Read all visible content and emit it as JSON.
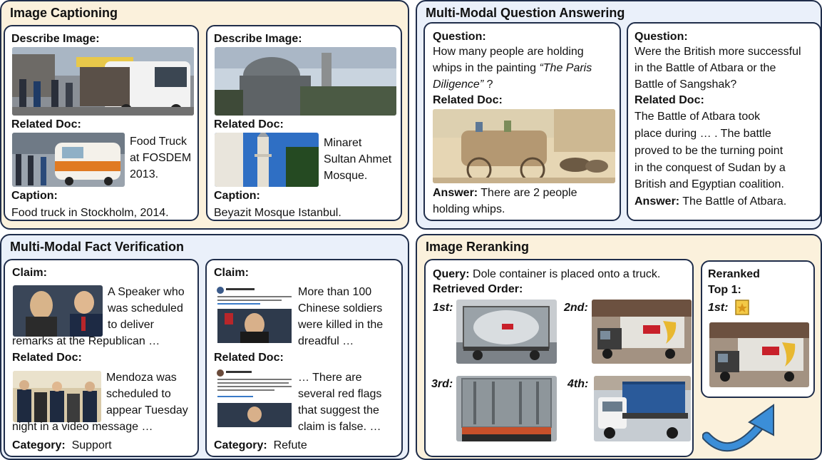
{
  "captioning": {
    "title": "Image Captioning",
    "card1": {
      "describe": "Describe Image:",
      "related": "Related Doc:",
      "doc_lines": [
        "Food Truck",
        "at FOSDEM",
        "2013."
      ],
      "caption_label": "Caption:",
      "caption": "Food truck in Stockholm, 2014."
    },
    "card2": {
      "describe": "Describe Image:",
      "related": "Related Doc:",
      "doc_lines": [
        "Minaret",
        "Sultan Ahmet",
        "Mosque."
      ],
      "caption_label": "Caption:",
      "caption": "Beyazit Mosque Istanbul."
    }
  },
  "mmqa": {
    "title": "Multi-Modal Question Answering",
    "card1": {
      "question_label": "Question:",
      "q_line1": "How many people are holding",
      "q_line2": "whips in the painting",
      "q_italic1": "“The Paris",
      "q_italic2": "Diligence”",
      "q_end": " ?",
      "related": "Related Doc:",
      "answer_label": "Answer:",
      "answer_line1": " There are 2 people",
      "answer_line2": "holding whips."
    },
    "card2": {
      "question_label": "Question:",
      "q_lines": [
        "Were the British more successful",
        "in the Battle of Atbara or the",
        "Battle of Sangshak?"
      ],
      "related": "Related Doc:",
      "doc_lines": [
        "The Battle of Atbara took",
        "place during … . The battle",
        "proved to be the turning point",
        "in the conquest of Sudan by a",
        "British and Egyptian coalition."
      ],
      "answer_label": "Answer:",
      "answer": " The Battle of Atbara."
    }
  },
  "fact": {
    "title": "Multi-Modal Fact Verification",
    "card1": {
      "claim_label": "Claim:",
      "claim_lines": [
        "A  Speaker who",
        "was scheduled",
        "to deliver",
        "remarks at the Republican …"
      ],
      "related": "Related Doc:",
      "doc_lines": [
        "Mendoza was",
        "scheduled to",
        "appear Tuesday",
        "night in a video message …"
      ],
      "category_label": "Category:",
      "category": "Support"
    },
    "card2": {
      "claim_label": "Claim:",
      "claim_lines": [
        "More than 100",
        "Chinese soldiers",
        "were killed in the",
        "dreadful …"
      ],
      "related": "Related Doc:",
      "doc_lines": [
        "… There are",
        "several red flags",
        "that suggest the",
        "claim is false. …"
      ],
      "category_label": "Category:",
      "category": "Refute"
    }
  },
  "rerank": {
    "title": "Image Reranking",
    "query_label": "Query:",
    "query": " Dole container is placed onto a truck.",
    "order_label": "Retrieved Order:",
    "ranks": [
      "1st:",
      "2nd:",
      "3rd:",
      "4th:"
    ],
    "reranked_label_1": "Reranked",
    "reranked_label_2": "Top 1:",
    "top_rank": "1st:"
  },
  "colors": {
    "border": "#1f2d4a",
    "cream": "#fbf1dc",
    "blue": "#eaf0fa",
    "arrow": "#3b8ed8",
    "medal": "#e8b52a"
  }
}
